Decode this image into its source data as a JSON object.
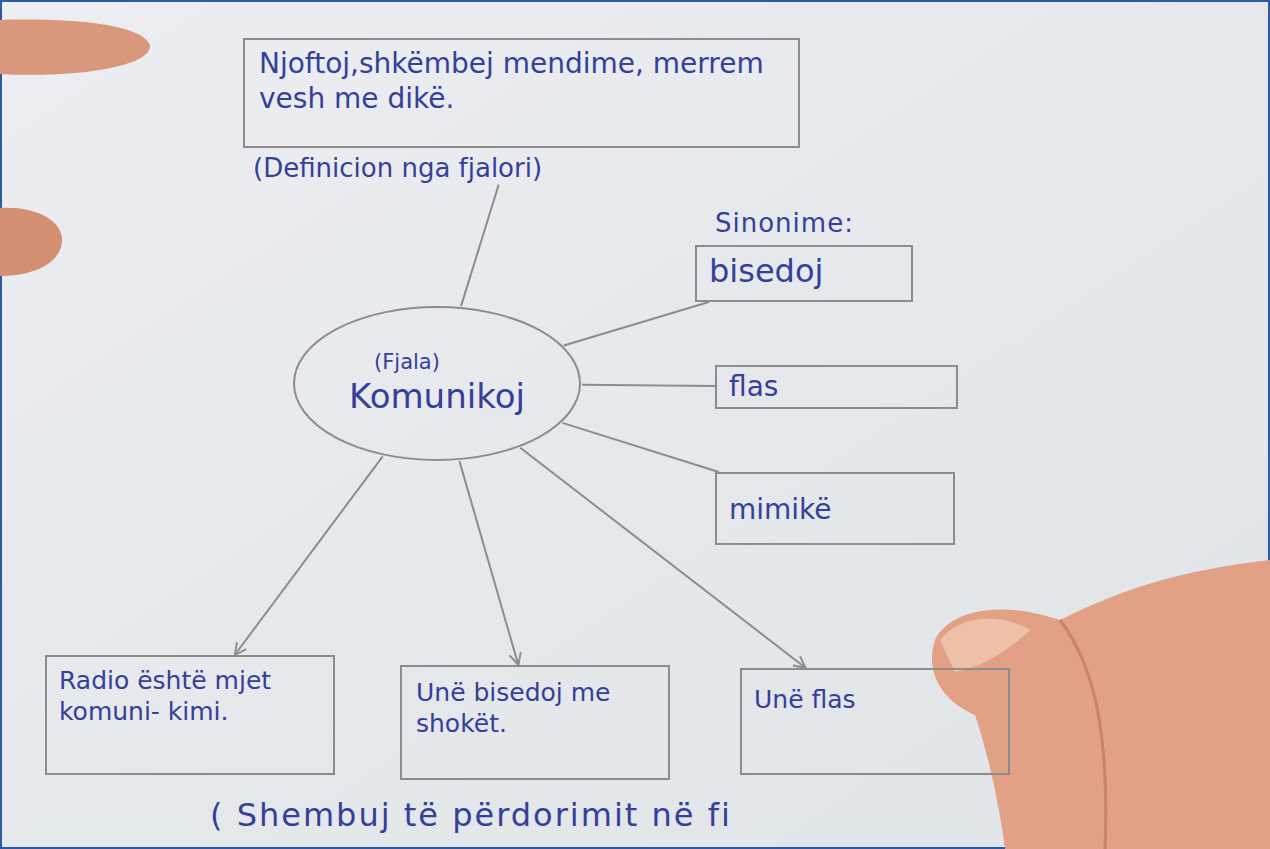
{
  "diagram": {
    "nodes": [
      {
        "text": [
          "Njoftoj,shkëmbej mendime, merrem vesh me dikë.",
          "(Definicion nga fjalori)"
        ]
      },
      {
        "text": [
          "(Fjala)",
          "Komunikoj"
        ]
      },
      {
        "text": [
          "bisedoj"
        ]
      },
      {
        "text": [
          "flas"
        ]
      },
      {
        "text": [
          "mimikë"
        ]
      },
      {
        "text": [
          "Radio është mjet komuni- kimi."
        ]
      },
      {
        "text": [
          "Unë bisedoj me shokët."
        ]
      },
      {
        "text": [
          "Unë flas"
        ]
      }
    ],
    "edges": [
      {
        "from": 0,
        "to": 1,
        "arrow": "none"
      },
      {
        "from": 1,
        "to": 2,
        "arrow": "none"
      },
      {
        "from": 1,
        "to": 3,
        "arrow": "none"
      },
      {
        "from": 1,
        "to": 4,
        "arrow": "none"
      },
      {
        "from": 1,
        "to": 5,
        "arrow": "to"
      },
      {
        "from": 1,
        "to": 6,
        "arrow": "to"
      },
      {
        "from": 1,
        "to": 7,
        "arrow": "to"
      }
    ],
    "labels": [
      "Sinonime:",
      "( Shembuj të përdorimit në fi"
    ]
  }
}
